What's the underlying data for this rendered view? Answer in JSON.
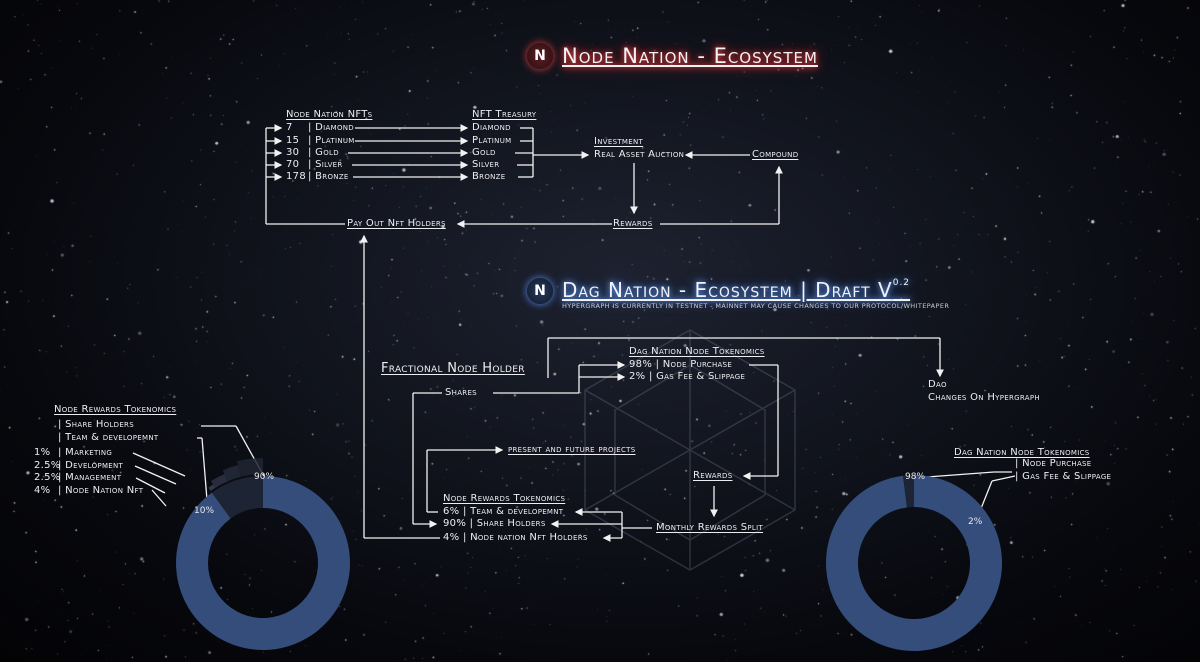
{
  "node_title": "Node Nation - Ecosystem",
  "dag_title": "Dag Nation - Ecosystem | Draft V",
  "dag_version": "0.2",
  "dag_disclaimer": "Hypergraph is currently in testnet - mainnet may cause changes to our protocol/whitepaper",
  "node_nfts": {
    "header": "Node Nation NFTs",
    "rows": [
      {
        "qty": "7",
        "tier": "| Diamond"
      },
      {
        "qty": "15",
        "tier": "| Platinum"
      },
      {
        "qty": "30",
        "tier": "| Gold"
      },
      {
        "qty": "70",
        "tier": "| Silver"
      },
      {
        "qty": "178",
        "tier": "| Bronze"
      }
    ]
  },
  "nft_treasury": {
    "header": "NFT Treasury",
    "rows": [
      "Diamond",
      "Platinum",
      "Gold",
      "Silver",
      "Bronze"
    ]
  },
  "investment": "Investment",
  "real_asset_auction": "Real Asset Auction",
  "compound": "Compound",
  "rewards_top": "Rewards",
  "pay_out": "Pay Out Nft Holders",
  "fractional_holder": "Fractional Node Holder",
  "shares": "Shares",
  "dag_tokenomics": {
    "header": "Dag Nation Node Tokenomics",
    "rows": [
      "98% | Node Purchase",
      "2%   | Gas Fee & Slippage"
    ]
  },
  "dao": "Dao",
  "changes_hypergraph": "Changes On Hypergraph",
  "present_future": "present and future projects",
  "rewards_mid": "Rewards",
  "node_rewards_flow": {
    "header": "Node Rewards Tokenomics",
    "rows": [
      "6%   | Team & developemnt",
      "90% | Share Holders",
      "4%   | Node nation Nft Holders"
    ]
  },
  "monthly_split": "Monthly Rewards Split",
  "left_legend": {
    "header": "Node Rewards Tokenomics",
    "items": [
      {
        "pct": "",
        "label": "| Share Holders"
      },
      {
        "pct": "",
        "label": "| Team & developemnt"
      },
      {
        "pct": "1%",
        "label": "| Marketing"
      },
      {
        "pct": "2.5%",
        "label": "| Development"
      },
      {
        "pct": "2.5%",
        "label": "| Management"
      },
      {
        "pct": "4%",
        "label": "| Node Nation Nft"
      }
    ]
  },
  "right_legend": {
    "header": "Dag Nation Node Tokenomics",
    "items": [
      "| Node Purchase",
      "| Gas Fee & Slippage"
    ]
  },
  "chart_data": [
    {
      "type": "pie",
      "title": "Node Rewards Tokenomics",
      "labels": [
        "Share Holders",
        "Team & developemnt"
      ],
      "values": [
        90,
        10
      ],
      "value_labels": [
        "90%",
        "10%"
      ],
      "sub_breakdown": [
        {
          "label": "Marketing",
          "value": 1
        },
        {
          "label": "Development",
          "value": 2.5
        },
        {
          "label": "Management",
          "value": 2.5
        },
        {
          "label": "Node Nation Nft",
          "value": 4
        }
      ],
      "colors": [
        "#344d7a",
        "#1d2433"
      ]
    },
    {
      "type": "pie",
      "title": "Dag Nation Node Tokenomics",
      "labels": [
        "Node Purchase",
        "Gas Fee & Slippage"
      ],
      "values": [
        98,
        2
      ],
      "value_labels": [
        "98%",
        "2%"
      ],
      "colors": [
        "#344d7a",
        "#1d2433"
      ]
    }
  ]
}
